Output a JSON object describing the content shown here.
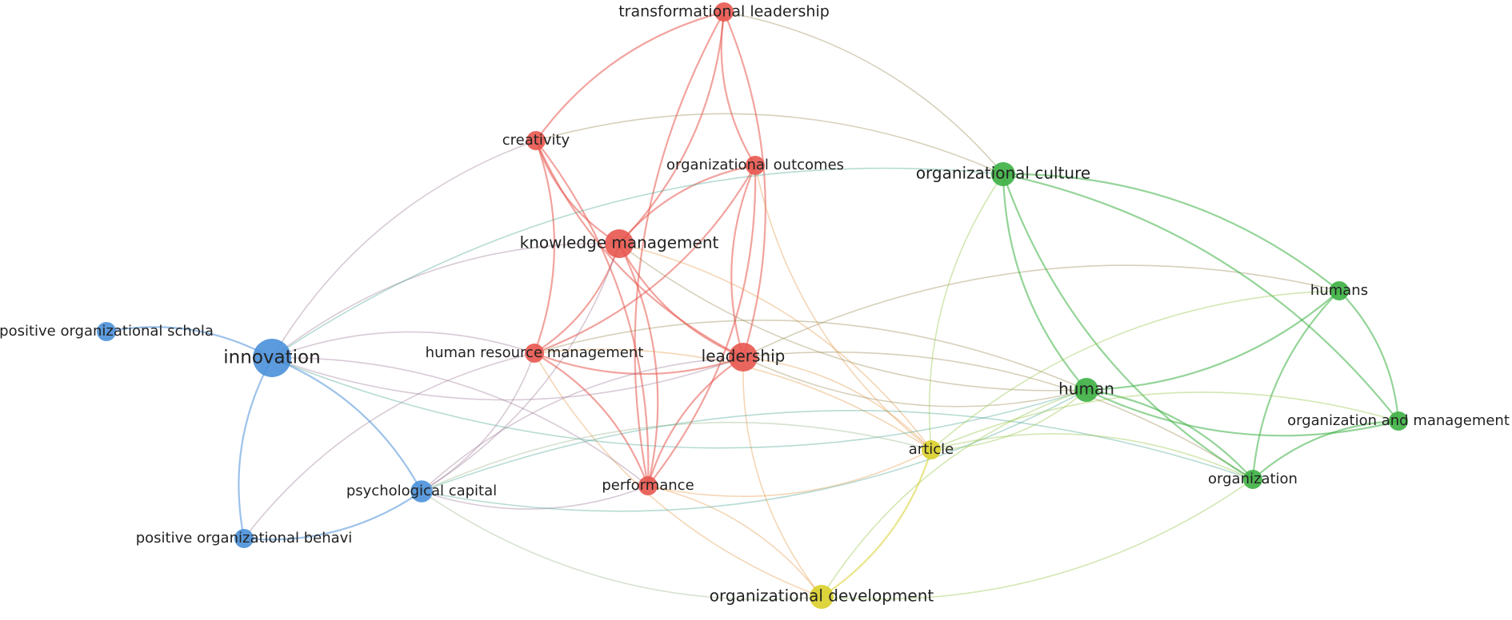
{
  "map": {
    "cluster_colors": {
      "red": "#e8574f",
      "green": "#3cb043",
      "blue": "#4a90d9",
      "yellow": "#d9cf2a"
    },
    "nodes": [
      {
        "id": "transformational-leadership",
        "label": "transformational leadership",
        "cluster": "red",
        "weight": 1
      },
      {
        "id": "creativity",
        "label": "creativity",
        "cluster": "red",
        "weight": 1
      },
      {
        "id": "organizational-outcomes",
        "label": "organizational outcomes",
        "cluster": "red",
        "weight": 1
      },
      {
        "id": "knowledge-management",
        "label": "knowledge management",
        "cluster": "red",
        "weight": 2
      },
      {
        "id": "human-resource-management",
        "label": "human resource management",
        "cluster": "red",
        "weight": 1
      },
      {
        "id": "leadership",
        "label": "leadership",
        "cluster": "red",
        "weight": 2
      },
      {
        "id": "performance",
        "label": "performance",
        "cluster": "red",
        "weight": 1
      },
      {
        "id": "organizational-culture",
        "label": "organizational culture",
        "cluster": "green",
        "weight": 1.5
      },
      {
        "id": "humans",
        "label": "humans",
        "cluster": "green",
        "weight": 1
      },
      {
        "id": "human",
        "label": "human",
        "cluster": "green",
        "weight": 1.5
      },
      {
        "id": "organization-and-management",
        "label": "organization and management",
        "cluster": "green",
        "weight": 1
      },
      {
        "id": "organization",
        "label": "organization",
        "cluster": "green",
        "weight": 1
      },
      {
        "id": "positive-organizational-schola",
        "label": "positive organizational schola",
        "cluster": "blue",
        "weight": 1
      },
      {
        "id": "innovation",
        "label": "innovation",
        "cluster": "blue",
        "weight": 3
      },
      {
        "id": "psychological-capital",
        "label": "psychological capital",
        "cluster": "blue",
        "weight": 1.3
      },
      {
        "id": "positive-organizational-behavi",
        "label": "positive organizational behavi",
        "cluster": "blue",
        "weight": 1
      },
      {
        "id": "article",
        "label": "article",
        "cluster": "yellow",
        "weight": 1
      },
      {
        "id": "organizational-development",
        "label": "organizational development",
        "cluster": "yellow",
        "weight": 1.5
      }
    ],
    "edges": [
      [
        "transformational-leadership",
        "creativity"
      ],
      [
        "transformational-leadership",
        "knowledge-management"
      ],
      [
        "transformational-leadership",
        "organizational-outcomes"
      ],
      [
        "transformational-leadership",
        "leadership"
      ],
      [
        "transformational-leadership",
        "performance"
      ],
      [
        "transformational-leadership",
        "organizational-culture"
      ],
      [
        "creativity",
        "knowledge-management"
      ],
      [
        "creativity",
        "human-resource-management"
      ],
      [
        "creativity",
        "leadership"
      ],
      [
        "creativity",
        "performance"
      ],
      [
        "creativity",
        "innovation"
      ],
      [
        "creativity",
        "organizational-culture"
      ],
      [
        "organizational-outcomes",
        "knowledge-management"
      ],
      [
        "organizational-outcomes",
        "human-resource-management"
      ],
      [
        "organizational-outcomes",
        "leadership"
      ],
      [
        "organizational-outcomes",
        "performance"
      ],
      [
        "organizational-outcomes",
        "article"
      ],
      [
        "knowledge-management",
        "human-resource-management"
      ],
      [
        "knowledge-management",
        "leadership"
      ],
      [
        "knowledge-management",
        "performance"
      ],
      [
        "knowledge-management",
        "innovation"
      ],
      [
        "knowledge-management",
        "psychological-capital"
      ],
      [
        "knowledge-management",
        "human"
      ],
      [
        "knowledge-management",
        "article"
      ],
      [
        "human-resource-management",
        "leadership"
      ],
      [
        "human-resource-management",
        "performance"
      ],
      [
        "human-resource-management",
        "innovation"
      ],
      [
        "human-resource-management",
        "psychological-capital"
      ],
      [
        "human-resource-management",
        "positive-organizational-behavi"
      ],
      [
        "human-resource-management",
        "article"
      ],
      [
        "human-resource-management",
        "organizational-development"
      ],
      [
        "human-resource-management",
        "human"
      ],
      [
        "leadership",
        "performance"
      ],
      [
        "leadership",
        "innovation"
      ],
      [
        "leadership",
        "psychological-capital"
      ],
      [
        "leadership",
        "article"
      ],
      [
        "leadership",
        "human"
      ],
      [
        "leadership",
        "humans"
      ],
      [
        "leadership",
        "organizational-development"
      ],
      [
        "leadership",
        "organization"
      ],
      [
        "performance",
        "innovation"
      ],
      [
        "performance",
        "psychological-capital"
      ],
      [
        "performance",
        "article"
      ],
      [
        "performance",
        "organizational-development"
      ],
      [
        "innovation",
        "positive-organizational-schola"
      ],
      [
        "innovation",
        "psychological-capital"
      ],
      [
        "innovation",
        "positive-organizational-behavi"
      ],
      [
        "innovation",
        "organizational-culture"
      ],
      [
        "innovation",
        "human"
      ],
      [
        "psychological-capital",
        "positive-organizational-behavi"
      ],
      [
        "psychological-capital",
        "organizational-development"
      ],
      [
        "psychological-capital",
        "article"
      ],
      [
        "psychological-capital",
        "human"
      ],
      [
        "psychological-capital",
        "organization"
      ],
      [
        "organizational-culture",
        "human"
      ],
      [
        "organizational-culture",
        "humans"
      ],
      [
        "organizational-culture",
        "organization"
      ],
      [
        "organizational-culture",
        "organization-and-management"
      ],
      [
        "organizational-culture",
        "article"
      ],
      [
        "humans",
        "human"
      ],
      [
        "humans",
        "organization"
      ],
      [
        "humans",
        "organization-and-management"
      ],
      [
        "humans",
        "article"
      ],
      [
        "human",
        "organization"
      ],
      [
        "human",
        "organization-and-management"
      ],
      [
        "human",
        "article"
      ],
      [
        "human",
        "organizational-development"
      ],
      [
        "organization",
        "organization-and-management"
      ],
      [
        "organization",
        "article"
      ],
      [
        "organization",
        "organizational-development"
      ],
      [
        "organization-and-management",
        "article"
      ],
      [
        "article",
        "organizational-development"
      ]
    ]
  }
}
